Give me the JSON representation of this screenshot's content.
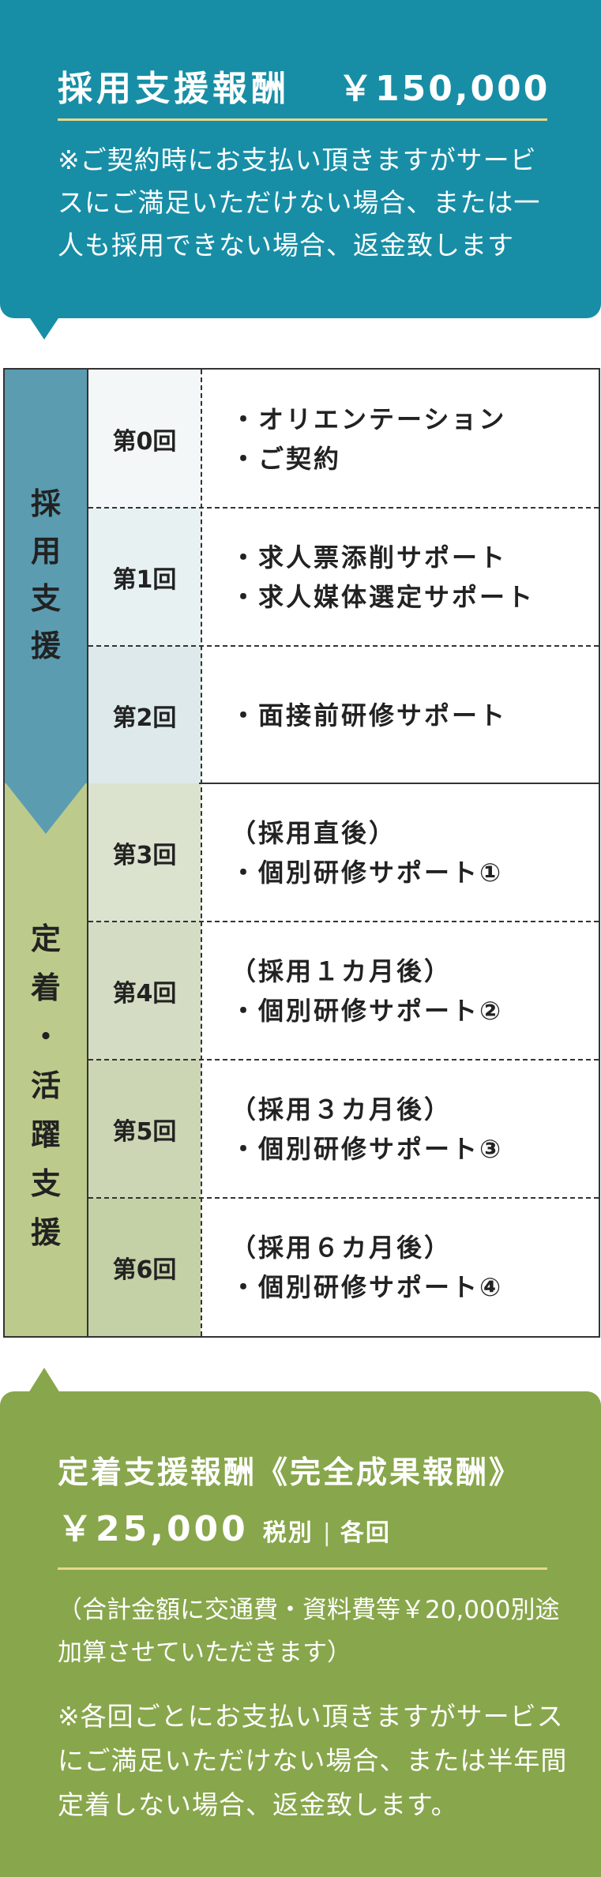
{
  "recruit_fee": {
    "title": "採用支援報酬",
    "price": "￥150,000",
    "note": "※ご契約時にお支払い頂きますがサービスにご満足いただけない場合、または一人も採用できない場合、返金致します"
  },
  "phases": {
    "recruit_label": [
      "採",
      "用",
      "支",
      "援"
    ],
    "retain_label": [
      "定",
      "着",
      "・",
      "活",
      "躍",
      "支",
      "援"
    ]
  },
  "sessions": [
    {
      "label": "第0回",
      "lines": [
        "・オリエンテーション",
        "・ご契約"
      ]
    },
    {
      "label": "第1回",
      "lines": [
        "・求人票添削サポート",
        "・求人媒体選定サポート"
      ]
    },
    {
      "label": "第2回",
      "lines": [
        "・面接前研修サポート"
      ]
    },
    {
      "label": "第3回",
      "lines": [
        "（採用直後）",
        "・個別研修サポート①"
      ]
    },
    {
      "label": "第4回",
      "lines": [
        "（採用１カ月後）",
        "・個別研修サポート②"
      ]
    },
    {
      "label": "第5回",
      "lines": [
        "（採用３カ月後）",
        "・個別研修サポート③"
      ]
    },
    {
      "label": "第6回",
      "lines": [
        "（採用６カ月後）",
        "・個別研修サポート④"
      ]
    }
  ],
  "retain_fee": {
    "title": "定着支援報酬《完全成果報酬》",
    "price": "￥25,000",
    "tax": "税別",
    "separator": "|",
    "each": "各回",
    "note1": "（合計金額に交通費・資料費等￥20,000別途加算させていただきます）",
    "note2": "※各回ごとにお支払い頂きますがサービスにご満足いただけない場合、または半年間定着しない場合、返金致します。"
  },
  "colors": {
    "teal": "#178ea6",
    "green": "#88a64b",
    "side_teal": "#5b9cb1",
    "side_green": "#bccb8b",
    "rule": "#e6d98a"
  }
}
